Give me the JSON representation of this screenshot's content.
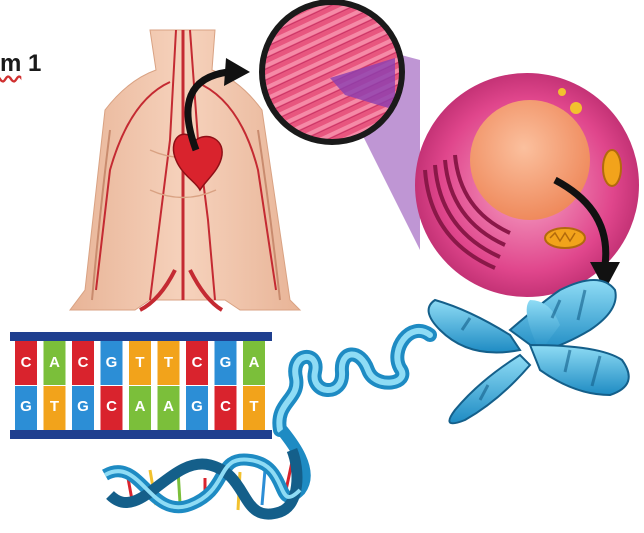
{
  "caption": {
    "prefix": "m",
    "number": "1"
  },
  "colors": {
    "red": "#d9232d",
    "green": "#7bbf3a",
    "blue": "#2c8ed6",
    "orange": "#f2a31b",
    "backbone": "#1f3f8f",
    "cell": "#e0468c",
    "nucleus": "#f59a6f",
    "chromosome": "#3bb6e3",
    "body": "#f2c9b0"
  },
  "dna_strip": {
    "top": [
      {
        "base": "C",
        "color": "red"
      },
      {
        "base": "A",
        "color": "green"
      },
      {
        "base": "C",
        "color": "red"
      },
      {
        "base": "G",
        "color": "blue"
      },
      {
        "base": "T",
        "color": "orange"
      },
      {
        "base": "T",
        "color": "orange"
      },
      {
        "base": "C",
        "color": "red"
      },
      {
        "base": "G",
        "color": "blue"
      },
      {
        "base": "A",
        "color": "green"
      }
    ],
    "bottom": [
      {
        "base": "G",
        "color": "blue"
      },
      {
        "base": "T",
        "color": "orange"
      },
      {
        "base": "G",
        "color": "blue"
      },
      {
        "base": "C",
        "color": "red"
      },
      {
        "base": "A",
        "color": "green"
      },
      {
        "base": "A",
        "color": "green"
      },
      {
        "base": "G",
        "color": "blue"
      },
      {
        "base": "C",
        "color": "red"
      },
      {
        "base": "T",
        "color": "orange"
      }
    ]
  },
  "icons": [
    "human-body-icon",
    "heart-icon",
    "muscle-tissue-icon",
    "cell-icon",
    "nucleus-icon",
    "mitochondria-icon",
    "golgi-icon",
    "chromosome-icon",
    "dna-helix-icon",
    "arrow-icon"
  ]
}
